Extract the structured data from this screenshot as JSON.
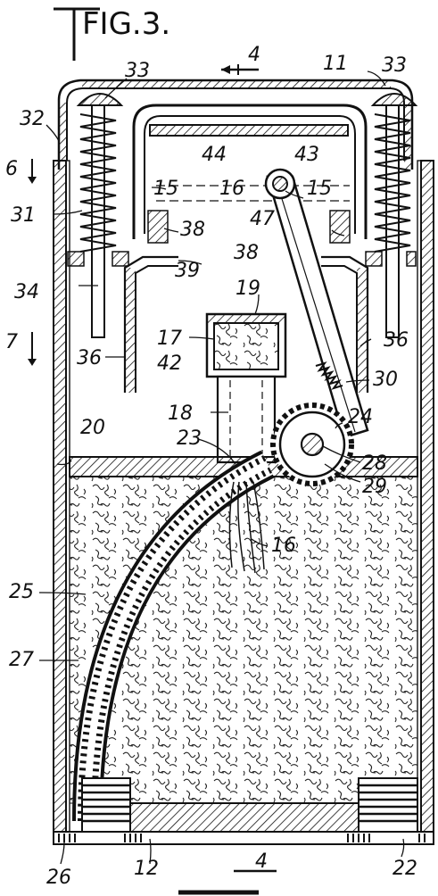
{
  "figure": {
    "title": "FIG.3.",
    "section_label_top": "4",
    "section_label_bottom": "4",
    "section_marks": [
      "6",
      "7"
    ]
  },
  "reference_numerals": [
    {
      "id": "n33a",
      "text": "33"
    },
    {
      "id": "n33b",
      "text": "33"
    },
    {
      "id": "n11",
      "text": "11"
    },
    {
      "id": "n32",
      "text": "32"
    },
    {
      "id": "n44",
      "text": "44"
    },
    {
      "id": "n43",
      "text": "43"
    },
    {
      "id": "n15a",
      "text": "15"
    },
    {
      "id": "n16",
      "text": "16"
    },
    {
      "id": "n15b",
      "text": "15"
    },
    {
      "id": "n31",
      "text": "31"
    },
    {
      "id": "n47",
      "text": "47"
    },
    {
      "id": "n38a",
      "text": "38"
    },
    {
      "id": "n38b",
      "text": "38"
    },
    {
      "id": "n39",
      "text": "39"
    },
    {
      "id": "n34",
      "text": "34"
    },
    {
      "id": "n19",
      "text": "19"
    },
    {
      "id": "n17",
      "text": "17"
    },
    {
      "id": "n36a",
      "text": "36"
    },
    {
      "id": "n42",
      "text": "42"
    },
    {
      "id": "n36b",
      "text": "36"
    },
    {
      "id": "n30",
      "text": "30"
    },
    {
      "id": "n18",
      "text": "18"
    },
    {
      "id": "n24",
      "text": "24"
    },
    {
      "id": "n20",
      "text": "20"
    },
    {
      "id": "n23",
      "text": "23"
    },
    {
      "id": "n28",
      "text": "28"
    },
    {
      "id": "n29",
      "text": "29"
    },
    {
      "id": "n16b",
      "text": "16"
    },
    {
      "id": "n25",
      "text": "25"
    },
    {
      "id": "n27",
      "text": "27"
    },
    {
      "id": "n26",
      "text": "26"
    },
    {
      "id": "n12",
      "text": "12"
    },
    {
      "id": "n22",
      "text": "22"
    }
  ]
}
